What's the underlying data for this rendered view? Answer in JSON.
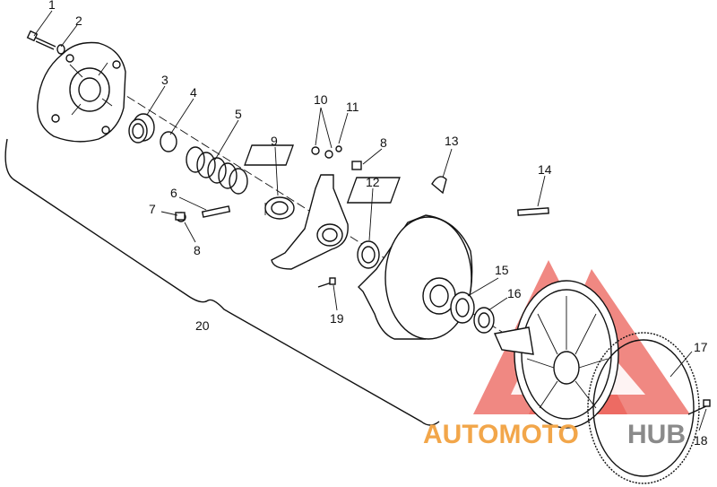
{
  "diagram": {
    "callouts": [
      "1",
      "2",
      "3",
      "4",
      "5",
      "6",
      "7",
      "8",
      "9",
      "10",
      "11",
      "8",
      "12",
      "13",
      "14",
      "15",
      "16",
      "17",
      "18",
      "19",
      "20"
    ]
  },
  "watermark": {
    "text_orange": "AUTOMOTO",
    "text_grey": "HUB",
    "colors": {
      "logo_red": "#e8453c",
      "text_orange": "#f2a64a",
      "text_grey": "#8a8a8a"
    }
  }
}
